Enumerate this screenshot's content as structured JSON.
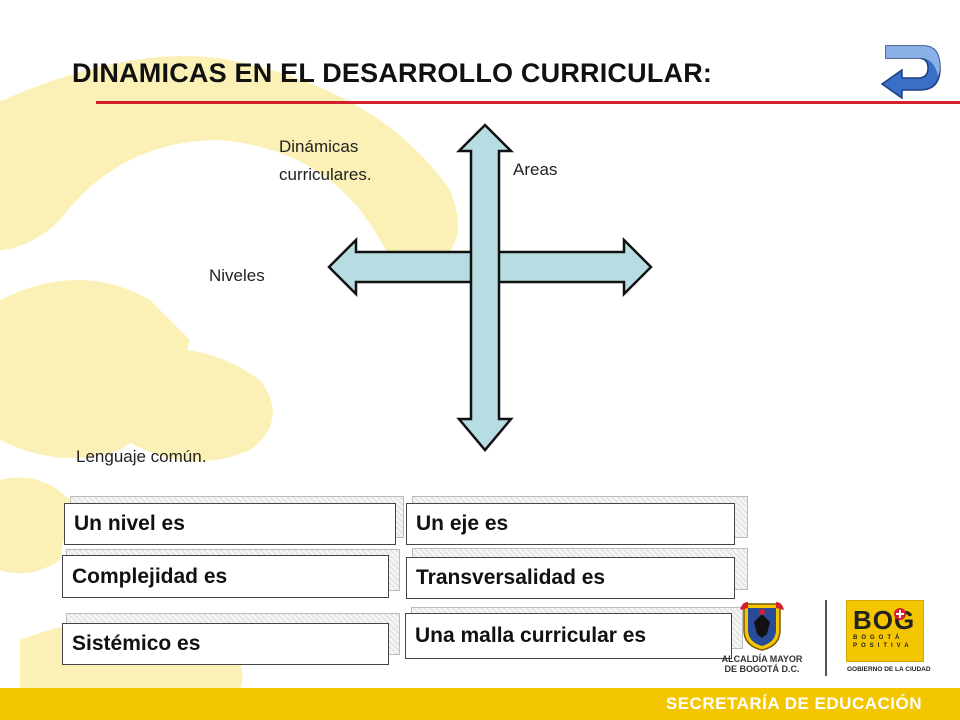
{
  "title": "DINAMICAS EN EL DESARROLLO   CURRICULAR:",
  "labels": {
    "dinamicas_line1": "Dinámicas",
    "dinamicas_line2": "curriculares.",
    "areas": "Areas",
    "niveles": "Niveles",
    "lenguaje": "Lenguaje común."
  },
  "buttons": [
    {
      "label": "Un nivel  es"
    },
    {
      "label": "Un eje es"
    },
    {
      "label": "Complejidad es"
    },
    {
      "label": "Transversalidad es"
    },
    {
      "label": "Sistémico es"
    },
    {
      "label": "Una malla curricular  es"
    }
  ],
  "logos": {
    "alcaldia_line1": "ALCALDÍA MAYOR",
    "alcaldia_line2": "DE BOGOTÁ D.C.",
    "bog_title": "BOG",
    "bog_sub_line1": "BOGOTÁ",
    "bog_sub_line2": "POSITIVA",
    "bog_gob": "GOBIERNO DE LA CIUDAD"
  },
  "footer": "SECRETARÍA DE EDUCACIÓN",
  "colors": {
    "accent_yellow": "#f4c600",
    "rule_red": "#d4202c",
    "arrow_fill": "#b7dde3",
    "return_icon": "#3a6fc8"
  },
  "icons": {
    "return": "return-arrow-icon",
    "cross_arrows": "four-way-arrow-icon"
  }
}
